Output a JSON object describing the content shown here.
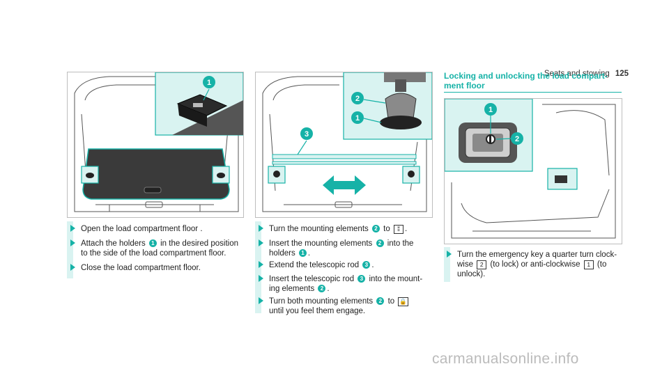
{
  "header": {
    "section": "Seats and stowing",
    "page": "125"
  },
  "figures": {
    "fig1": {
      "callouts": [
        "1"
      ]
    },
    "fig2": {
      "callouts": [
        "2",
        "1",
        "3"
      ]
    },
    "fig3": {
      "callouts": [
        "1",
        "2"
      ]
    }
  },
  "col1": {
    "steps": [
      {
        "text": "Open the load compartment floor ."
      },
      {
        "a": "Attach the holders",
        "n1": "1",
        "b": "in the desired position",
        "c": "to the side of the load compartment floor."
      },
      {
        "text": "Close the load compartment floor."
      }
    ]
  },
  "col2": {
    "steps": [
      {
        "a": "Turn the mounting elements",
        "n": "2",
        "b": "to",
        "key": "⁑",
        "c": "."
      },
      {
        "a": "Insert the mounting elements",
        "n": "2",
        "b": "into the",
        "c": "holders",
        "n2": "1",
        "d": "."
      },
      {
        "a": "Extend the telescopic rod",
        "n": "3",
        "b": "."
      },
      {
        "a": "Insert the telescopic rod",
        "n": "3",
        "b": "into the mount-",
        "c": "ing elements",
        "n2": "2",
        "d": "."
      },
      {
        "a": "Turn both mounting elements",
        "n": "2",
        "b": "to",
        "key": "🔒",
        "c": "until you feel them engage."
      }
    ]
  },
  "col3": {
    "title_line1": "Locking and unlocking the load compart-",
    "title_line2": "ment floor",
    "step": {
      "a": "Turn the emergency key a quarter turn clock-",
      "b": "wise",
      "k1": "2",
      "c": "(to lock) or anti-clockwise",
      "k2": "1",
      "d": "(to",
      "e": "unlock)."
    }
  },
  "watermark": "carmanualsonline.info",
  "colors": {
    "accent": "#16b2a7",
    "highlight": "#d9f3f1"
  }
}
